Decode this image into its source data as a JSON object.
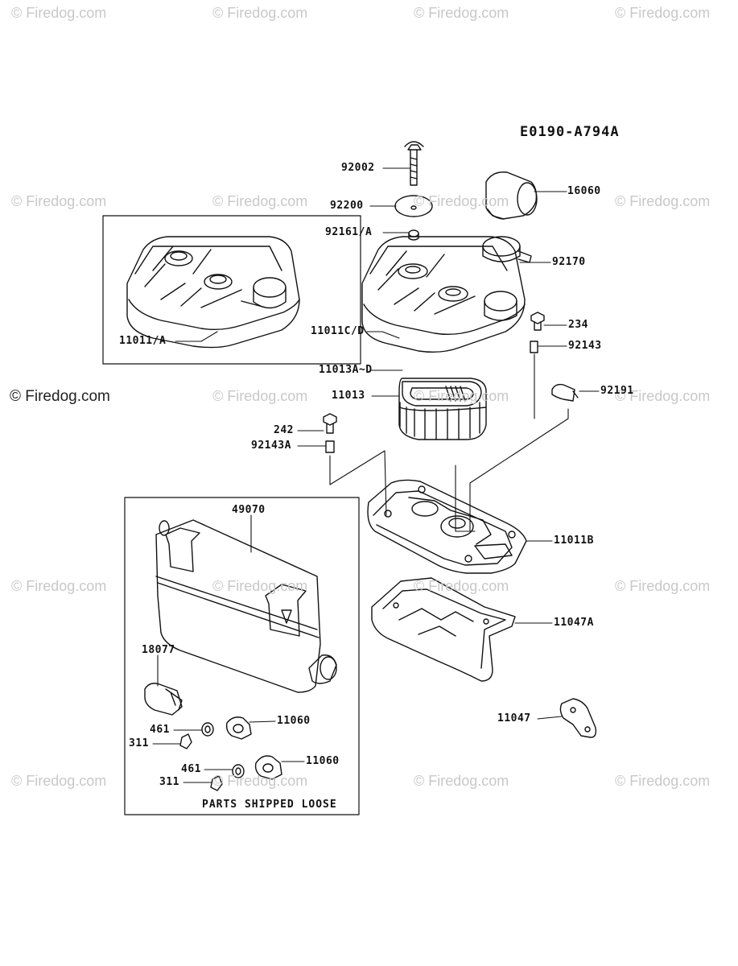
{
  "diagram": {
    "code": "E0190-A794A",
    "note": "PARTS SHIPPED LOOSE",
    "watermark": "© Firedog.com",
    "watermark_main": "© Firedog.com",
    "labels": {
      "p92002": "92002",
      "p16060": "16060",
      "p92200": "92200",
      "p92161A": "92161/A",
      "p92170": "92170",
      "p234": "234",
      "p11011CD": "11011C/D",
      "p92143": "92143",
      "p11011A": "11011/A",
      "p11013AD": "11013A~D",
      "p92191": "92191",
      "p11013": "11013",
      "p242": "242",
      "p92143A": "92143A",
      "p49070": "49070",
      "p11011B": "11011B",
      "p11047A": "11047A",
      "p18077": "18077",
      "p11047": "11047",
      "p461a": "461",
      "p11060a": "11060",
      "p311a": "311",
      "p461b": "461",
      "p11060b": "11060",
      "p311b": "311"
    }
  }
}
